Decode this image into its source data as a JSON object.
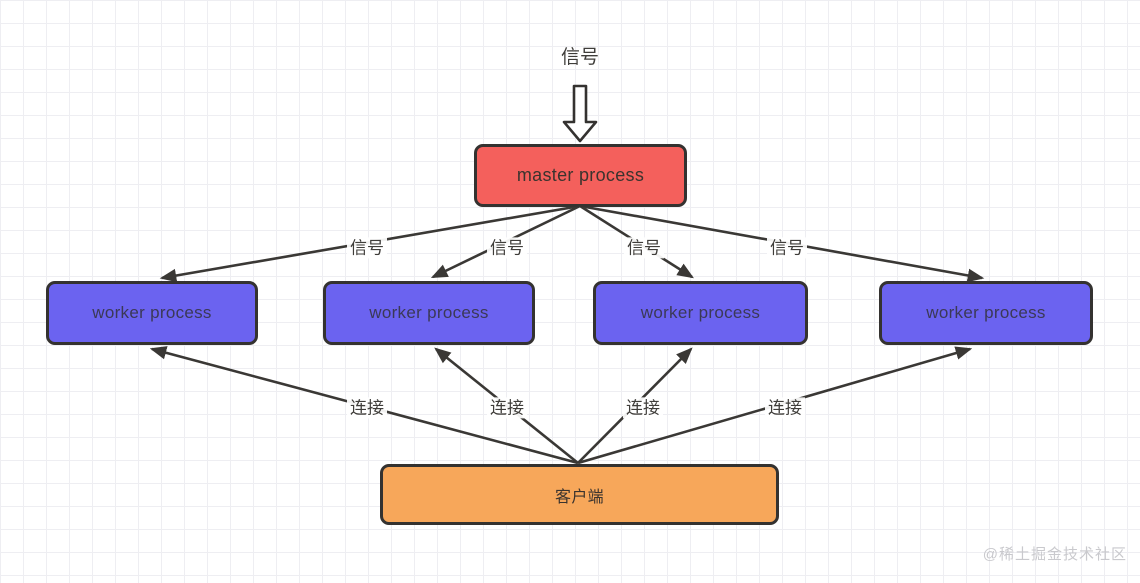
{
  "nodes": {
    "incoming_signal_label": "信号",
    "master": {
      "label": "master process"
    },
    "workers": [
      {
        "label": "worker process"
      },
      {
        "label": "worker process"
      },
      {
        "label": "worker process"
      },
      {
        "label": "worker process"
      }
    ],
    "client": {
      "label": "客户端"
    }
  },
  "edge_labels": {
    "signals": [
      "信号",
      "信号",
      "信号",
      "信号"
    ],
    "connections": [
      "连接",
      "连接",
      "连接",
      "连接"
    ]
  },
  "watermark": "@稀土掘金技术社区",
  "colors": {
    "master_fill": "#f4605c",
    "worker_fill": "#6b63f0",
    "client_fill": "#f7a75a",
    "node_border": "#343230",
    "edge_line": "#3a3835",
    "label_text": "#3f3d3a",
    "grid_line": "#eeeef2",
    "background": "#ffffff",
    "watermark_text": "#c9c9cd"
  }
}
